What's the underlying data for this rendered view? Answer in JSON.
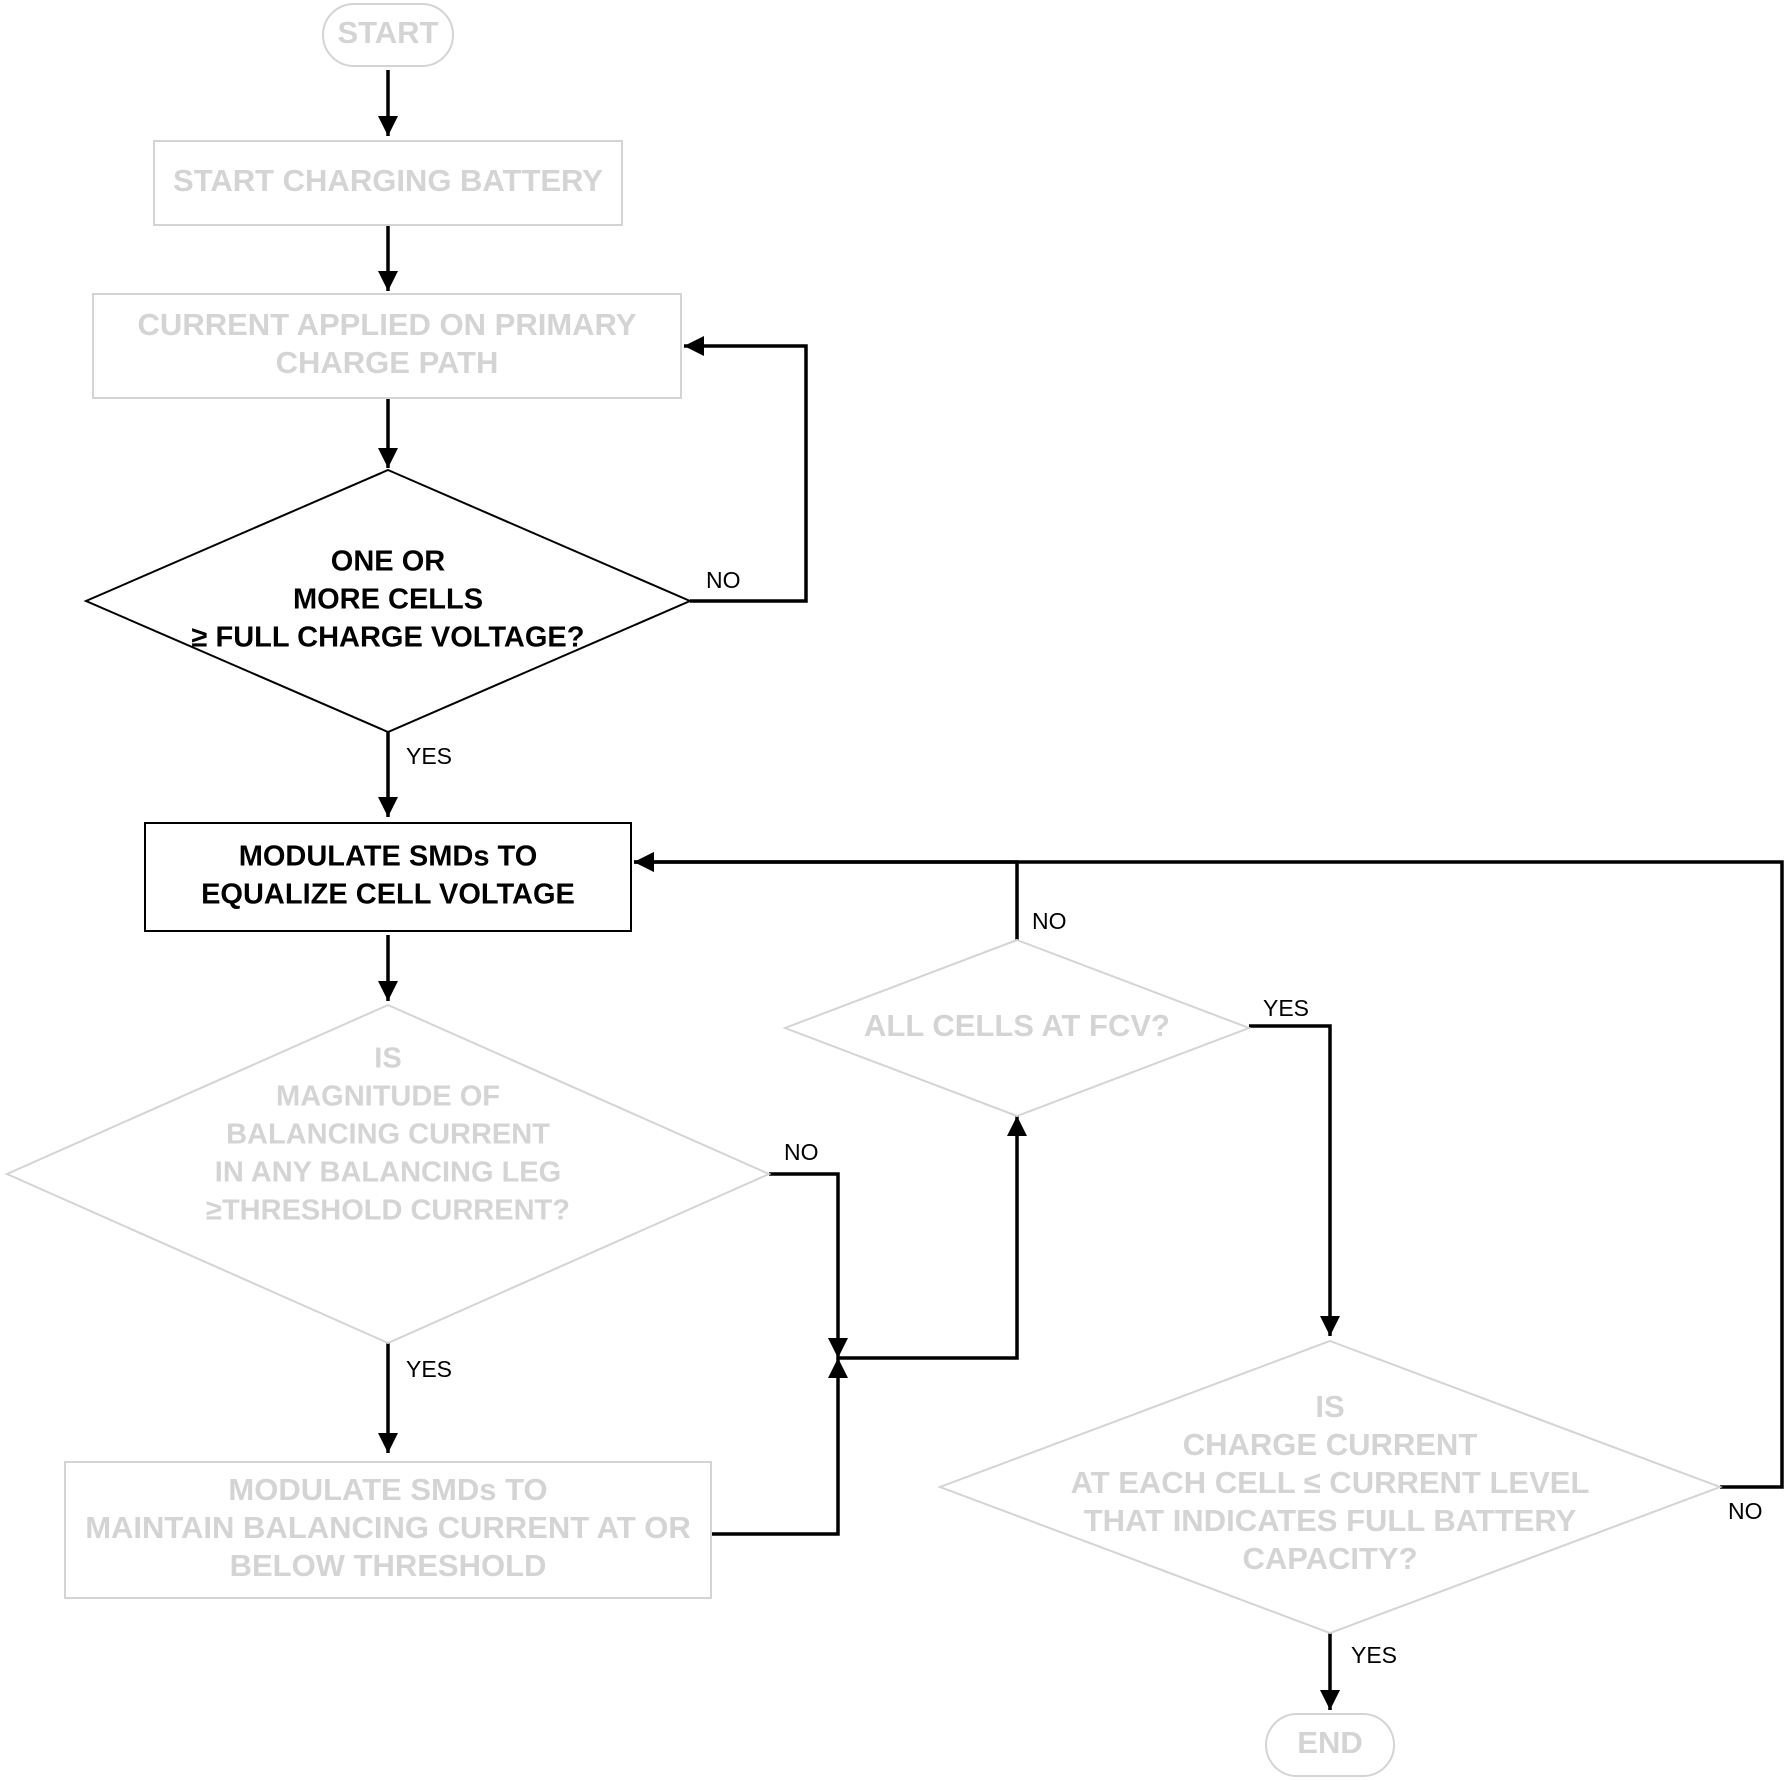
{
  "diagram": {
    "type": "flowchart",
    "colors": {
      "active": "#000000",
      "inactive": "#d4d4d4",
      "background": "#ffffff"
    },
    "nodes": {
      "start": {
        "shape": "terminal",
        "state": "inactive",
        "lines": [
          "START"
        ]
      },
      "start_charging": {
        "shape": "process",
        "state": "inactive",
        "lines": [
          "START CHARGING BATTERY"
        ]
      },
      "current_applied": {
        "shape": "process",
        "state": "inactive",
        "lines": [
          "CURRENT APPLIED ON PRIMARY",
          "CHARGE PATH"
        ]
      },
      "decision_fcv": {
        "shape": "decision",
        "state": "active",
        "lines": [
          "ONE OR",
          "MORE CELLS",
          "≥ FULL CHARGE VOLTAGE?"
        ]
      },
      "modulate_equalize": {
        "shape": "process",
        "state": "active",
        "lines": [
          "MODULATE SMDs TO",
          "EQUALIZE CELL VOLTAGE"
        ]
      },
      "decision_balancing": {
        "shape": "decision",
        "state": "inactive",
        "lines": [
          "IS",
          "MAGNITUDE OF",
          "BALANCING CURRENT",
          "IN ANY BALANCING LEG",
          "≥THRESHOLD CURRENT?"
        ]
      },
      "modulate_maintain": {
        "shape": "process",
        "state": "inactive",
        "lines": [
          "MODULATE SMDs TO",
          "MAINTAIN BALANCING CURRENT AT OR",
          "BELOW THRESHOLD"
        ]
      },
      "decision_all_cells": {
        "shape": "decision",
        "state": "inactive",
        "lines": [
          "ALL CELLS AT FCV?"
        ]
      },
      "decision_charge_current": {
        "shape": "decision",
        "state": "inactive",
        "lines": [
          "IS",
          "CHARGE CURRENT",
          "AT EACH CELL ≤  CURRENT LEVEL",
          "THAT INDICATES FULL BATTERY",
          "CAPACITY?"
        ]
      },
      "end": {
        "shape": "terminal",
        "state": "inactive",
        "lines": [
          "END"
        ]
      }
    },
    "edges": [
      {
        "from": "start",
        "to": "start_charging",
        "label": ""
      },
      {
        "from": "start_charging",
        "to": "current_applied",
        "label": ""
      },
      {
        "from": "current_applied",
        "to": "decision_fcv",
        "label": ""
      },
      {
        "from": "decision_fcv",
        "to": "current_applied",
        "label": "NO"
      },
      {
        "from": "decision_fcv",
        "to": "modulate_equalize",
        "label": "YES"
      },
      {
        "from": "modulate_equalize",
        "to": "decision_balancing",
        "label": ""
      },
      {
        "from": "decision_balancing",
        "to": "modulate_maintain",
        "label": "YES"
      },
      {
        "from": "decision_balancing",
        "to": "decision_all_cells",
        "label": "NO"
      },
      {
        "from": "modulate_maintain",
        "to": "decision_all_cells",
        "label": ""
      },
      {
        "from": "decision_all_cells",
        "to": "modulate_equalize",
        "label": "NO"
      },
      {
        "from": "decision_all_cells",
        "to": "decision_charge_current",
        "label": "YES"
      },
      {
        "from": "decision_charge_current",
        "to": "modulate_equalize",
        "label": "NO"
      },
      {
        "from": "decision_charge_current",
        "to": "end",
        "label": "YES"
      }
    ]
  }
}
